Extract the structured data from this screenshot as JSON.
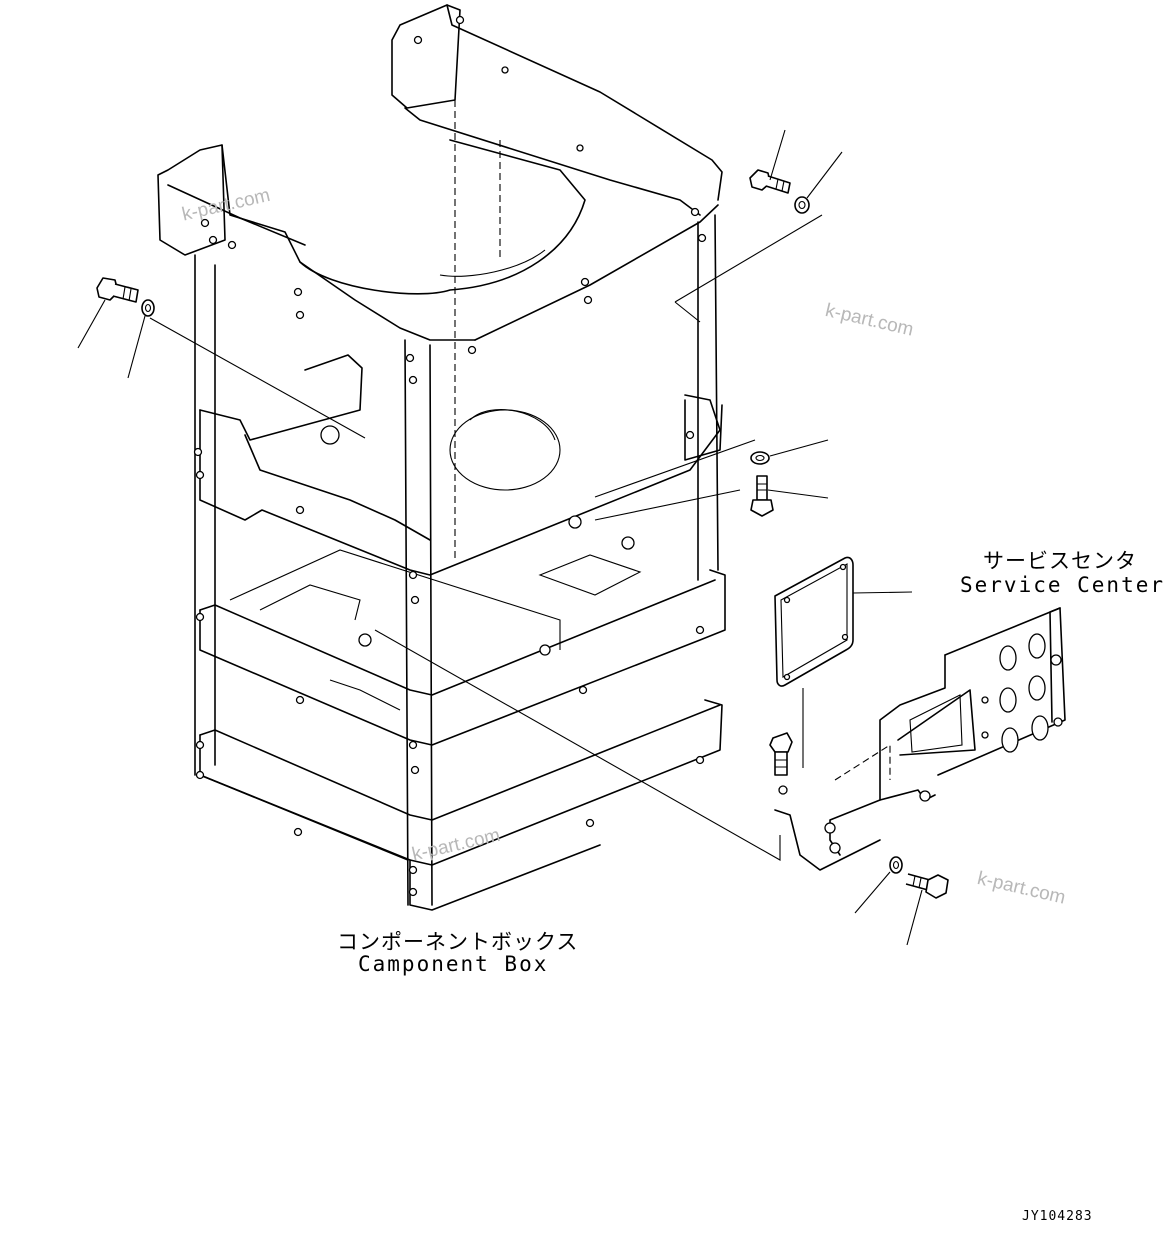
{
  "labels": {
    "component_box_jp": "コンポーネントボックス",
    "component_box_en": "Camponent Box",
    "service_center_jp": "サービスセンタ",
    "service_center_en": "Service Center"
  },
  "watermarks": [
    "k-part.com",
    "k-part.com",
    "k-part.com",
    "k-part.com"
  ],
  "drawing_code": "JY104283",
  "colors": {
    "line": "#000000",
    "watermark": "#b8b8b8",
    "background": "#ffffff"
  }
}
